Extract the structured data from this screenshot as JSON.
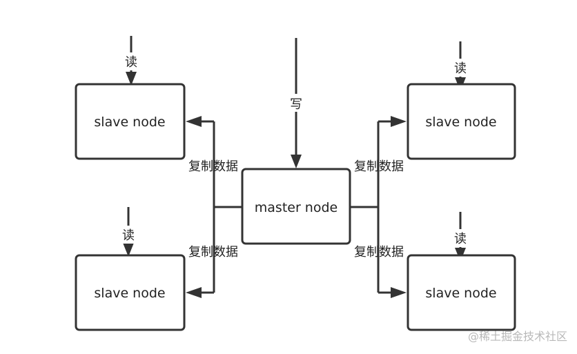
{
  "nodes": {
    "master": "master node",
    "slave_top_left": "slave node",
    "slave_bottom_left": "slave node",
    "slave_top_right": "slave node",
    "slave_bottom_right": "slave node"
  },
  "edge_labels": {
    "write": "写",
    "read_top_left": "读",
    "read_bottom_left": "读",
    "read_top_right": "读",
    "read_bottom_right": "读",
    "replicate_left_top": "复制数据",
    "replicate_left_bottom": "复制数据",
    "replicate_right_top": "复制数据",
    "replicate_right_bottom": "复制数据"
  },
  "watermark": "@稀土掘金技术社区"
}
